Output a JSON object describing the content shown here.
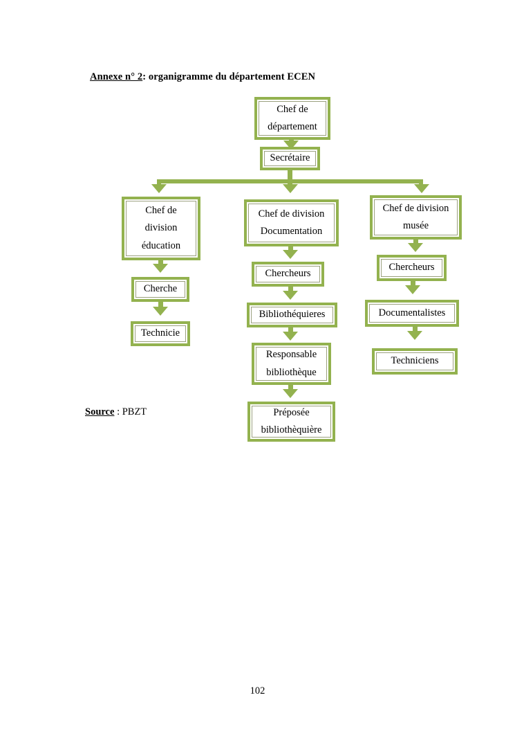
{
  "document": {
    "title_underlined": "Annexe n° 2",
    "title_rest": ": organigramme du département ECEN",
    "source_label": "Source",
    "source_value": " : PBZT",
    "page_number": "102"
  },
  "colors": {
    "accent_green": "#93B24F",
    "box_inner_border": "#9AA07E",
    "background": "#FFFFFF",
    "text": "#000000"
  },
  "chart_data": {
    "type": "diagram",
    "title": "Annexe n° 2: organigramme du département ECEN",
    "subtype": "organizational-chart",
    "orientation": "top-down",
    "source": "PBZT",
    "nodes": [
      {
        "id": "chef-departement",
        "label": "Chef de département",
        "lines": [
          "Chef de",
          "département"
        ],
        "level": 0,
        "column": "center"
      },
      {
        "id": "secretaire",
        "label": "Secrétaire",
        "lines": [
          "Secrétaire"
        ],
        "level": 1,
        "column": "center"
      },
      {
        "id": "chef-division-education",
        "label": "Chef de division éducation",
        "lines": [
          "Chef de",
          "division",
          "éducation"
        ],
        "level": 2,
        "column": "left"
      },
      {
        "id": "chef-division-documentation",
        "label": "Chef de division Documentation",
        "lines": [
          "Chef de division",
          "Documentation"
        ],
        "level": 2,
        "column": "center"
      },
      {
        "id": "chef-division-musee",
        "label": "Chef de division musée",
        "lines": [
          "Chef de division",
          "musée"
        ],
        "level": 2,
        "column": "right"
      },
      {
        "id": "cherche-education",
        "label": "Cherche",
        "lines": [
          "Cherche"
        ],
        "level": 3,
        "column": "left"
      },
      {
        "id": "technicie-education",
        "label": "Technicie",
        "lines": [
          "Technicie"
        ],
        "level": 4,
        "column": "left"
      },
      {
        "id": "chercheurs-documentation",
        "label": "Chercheurs",
        "lines": [
          "Chercheurs"
        ],
        "level": 3,
        "column": "center"
      },
      {
        "id": "bibliothequieres",
        "label": "Bibliothéquieres",
        "lines": [
          "Bibliothéquieres"
        ],
        "level": 4,
        "column": "center"
      },
      {
        "id": "responsable-bibliotheque",
        "label": "Responsable bibliothèque",
        "lines": [
          "Responsable",
          "bibliothèque"
        ],
        "level": 5,
        "column": "center"
      },
      {
        "id": "preposee-bibliothequiere",
        "label": "Préposée bibliothèquière",
        "lines": [
          "Préposée",
          "bibliothèquière"
        ],
        "level": 6,
        "column": "center"
      },
      {
        "id": "chercheurs-musee",
        "label": "Chercheurs",
        "lines": [
          "Chercheurs"
        ],
        "level": 3,
        "column": "right"
      },
      {
        "id": "documentalistes",
        "label": "Documentalistes",
        "lines": [
          "Documentalistes"
        ],
        "level": 4,
        "column": "right"
      },
      {
        "id": "techniciens-musee",
        "label": "Techniciens",
        "lines": [
          "Techniciens"
        ],
        "level": 5,
        "column": "right"
      }
    ],
    "edges": [
      {
        "from": "chef-departement",
        "to": "secretaire"
      },
      {
        "from": "secretaire",
        "to": "chef-division-education"
      },
      {
        "from": "secretaire",
        "to": "chef-division-documentation"
      },
      {
        "from": "secretaire",
        "to": "chef-division-musee"
      },
      {
        "from": "chef-division-education",
        "to": "cherche-education"
      },
      {
        "from": "cherche-education",
        "to": "technicie-education"
      },
      {
        "from": "chef-division-documentation",
        "to": "chercheurs-documentation"
      },
      {
        "from": "chercheurs-documentation",
        "to": "bibliothequieres"
      },
      {
        "from": "bibliothequieres",
        "to": "responsable-bibliotheque"
      },
      {
        "from": "responsable-bibliotheque",
        "to": "preposee-bibliothequiere"
      },
      {
        "from": "chef-division-musee",
        "to": "chercheurs-musee"
      },
      {
        "from": "chercheurs-musee",
        "to": "documentalistes"
      },
      {
        "from": "documentalistes",
        "to": "techniciens-musee"
      }
    ]
  }
}
